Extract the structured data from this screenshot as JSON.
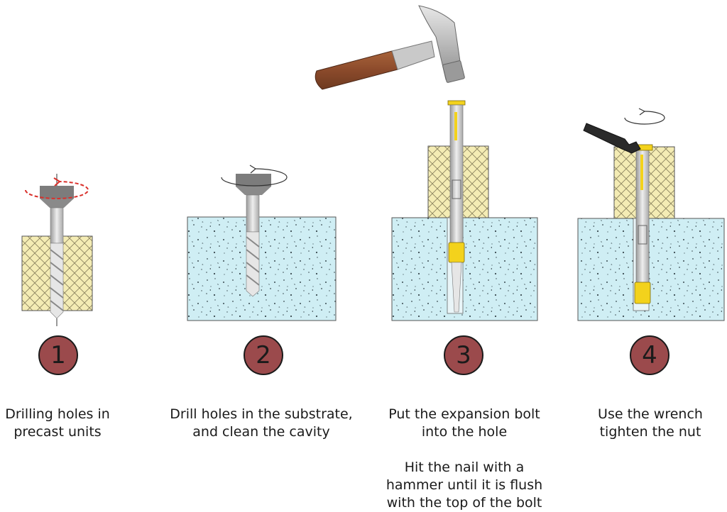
{
  "steps": [
    {
      "number": "1",
      "caption": [
        "Drilling holes in",
        "precast units"
      ],
      "note": []
    },
    {
      "number": "2",
      "caption": [
        "Drill holes in the substrate,",
        "and clean the cavity"
      ],
      "note": []
    },
    {
      "number": "3",
      "caption": [
        "Put the expansion bolt",
        "into the hole"
      ],
      "note": [
        "Hit the nail with a",
        "hammer until it is flush",
        "with the top of the bolt"
      ]
    },
    {
      "number": "4",
      "caption": [
        "Use the wrench",
        "tighten the nut"
      ],
      "note": []
    }
  ],
  "colors": {
    "badge": "#9b4a4c",
    "substrate": "#cfeef4",
    "precast": "#f4ecb4",
    "anchor_sleeve": "#f3d21c",
    "hammer_handle": "#8b4a2b",
    "rotation_arrow_step1": "#d9302b"
  }
}
